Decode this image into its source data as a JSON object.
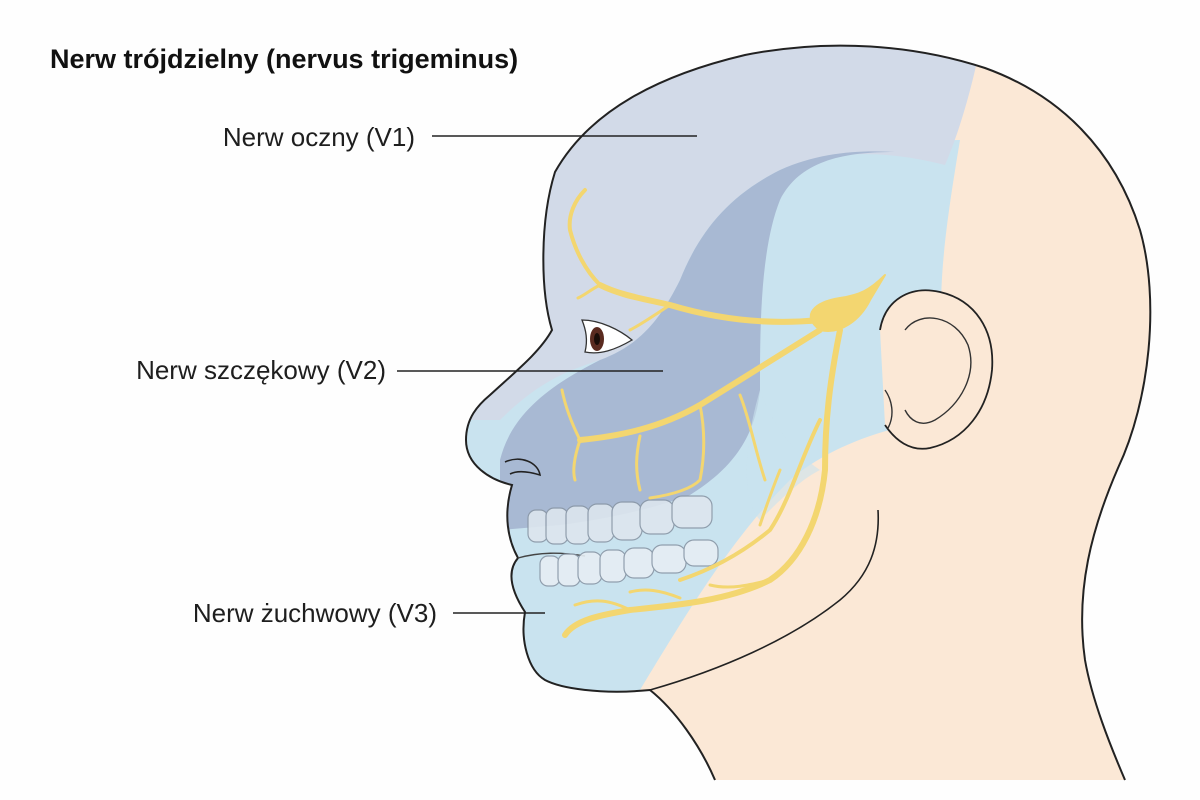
{
  "diagram": {
    "title": "Nerw trójdzielny (nervus trigeminus)",
    "labels": {
      "v1": "Nerw oczny (V1)",
      "v2": "Nerw szczękowy (V2)",
      "v3": "Nerw żuchwowy (V3)"
    },
    "colors": {
      "skin": "#fbe8d6",
      "region_v1": "#d2dae8",
      "region_v2": "#a8b9d3",
      "region_v3": "#c9e3ef",
      "nerve": "#f3d670",
      "outline": "#222222"
    }
  }
}
